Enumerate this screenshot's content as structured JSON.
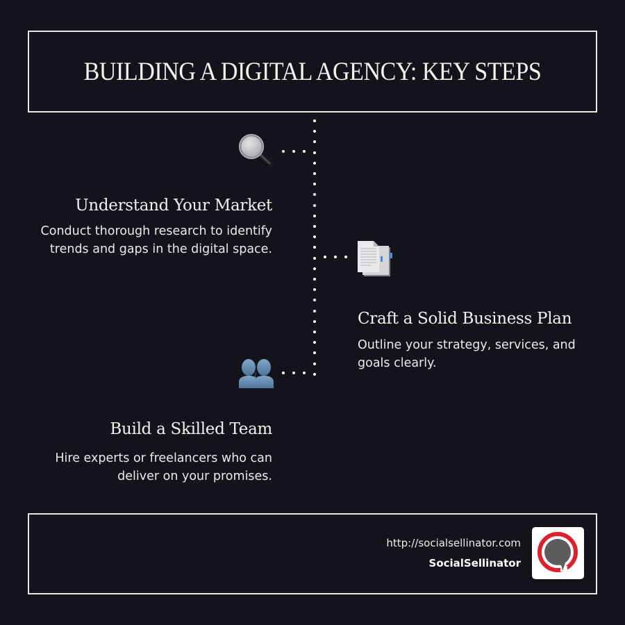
{
  "header": {
    "title": "BUILDING A DIGITAL AGENCY: KEY STEPS"
  },
  "steps": [
    {
      "icon": "magnifying-glass-icon",
      "title": "Understand Your Market",
      "description_lines": [
        "Conduct thorough research to identify",
        "trends and gaps in the digital space."
      ],
      "side": "left"
    },
    {
      "icon": "document-icon",
      "title": "Craft a Solid Business Plan",
      "description_lines": [
        "Outline your strategy, services, and",
        "goals clearly."
      ],
      "side": "right"
    },
    {
      "icon": "team-silhouettes-icon",
      "title": "Build a Skilled Team",
      "description_lines": [
        "Hire experts or freelancers who can",
        "deliver on your promises."
      ],
      "side": "left"
    }
  ],
  "footer": {
    "url": "http://socialsellinator.com",
    "brand": "SocialSellinator",
    "logo_icon": "speech-bubble-ring-logo"
  },
  "colors": {
    "background": "#12131b",
    "border": "#e8e6e1",
    "text": "#f3f1ec",
    "logo_ring": "#e01f2d",
    "logo_bubble": "#5d5d5f"
  }
}
